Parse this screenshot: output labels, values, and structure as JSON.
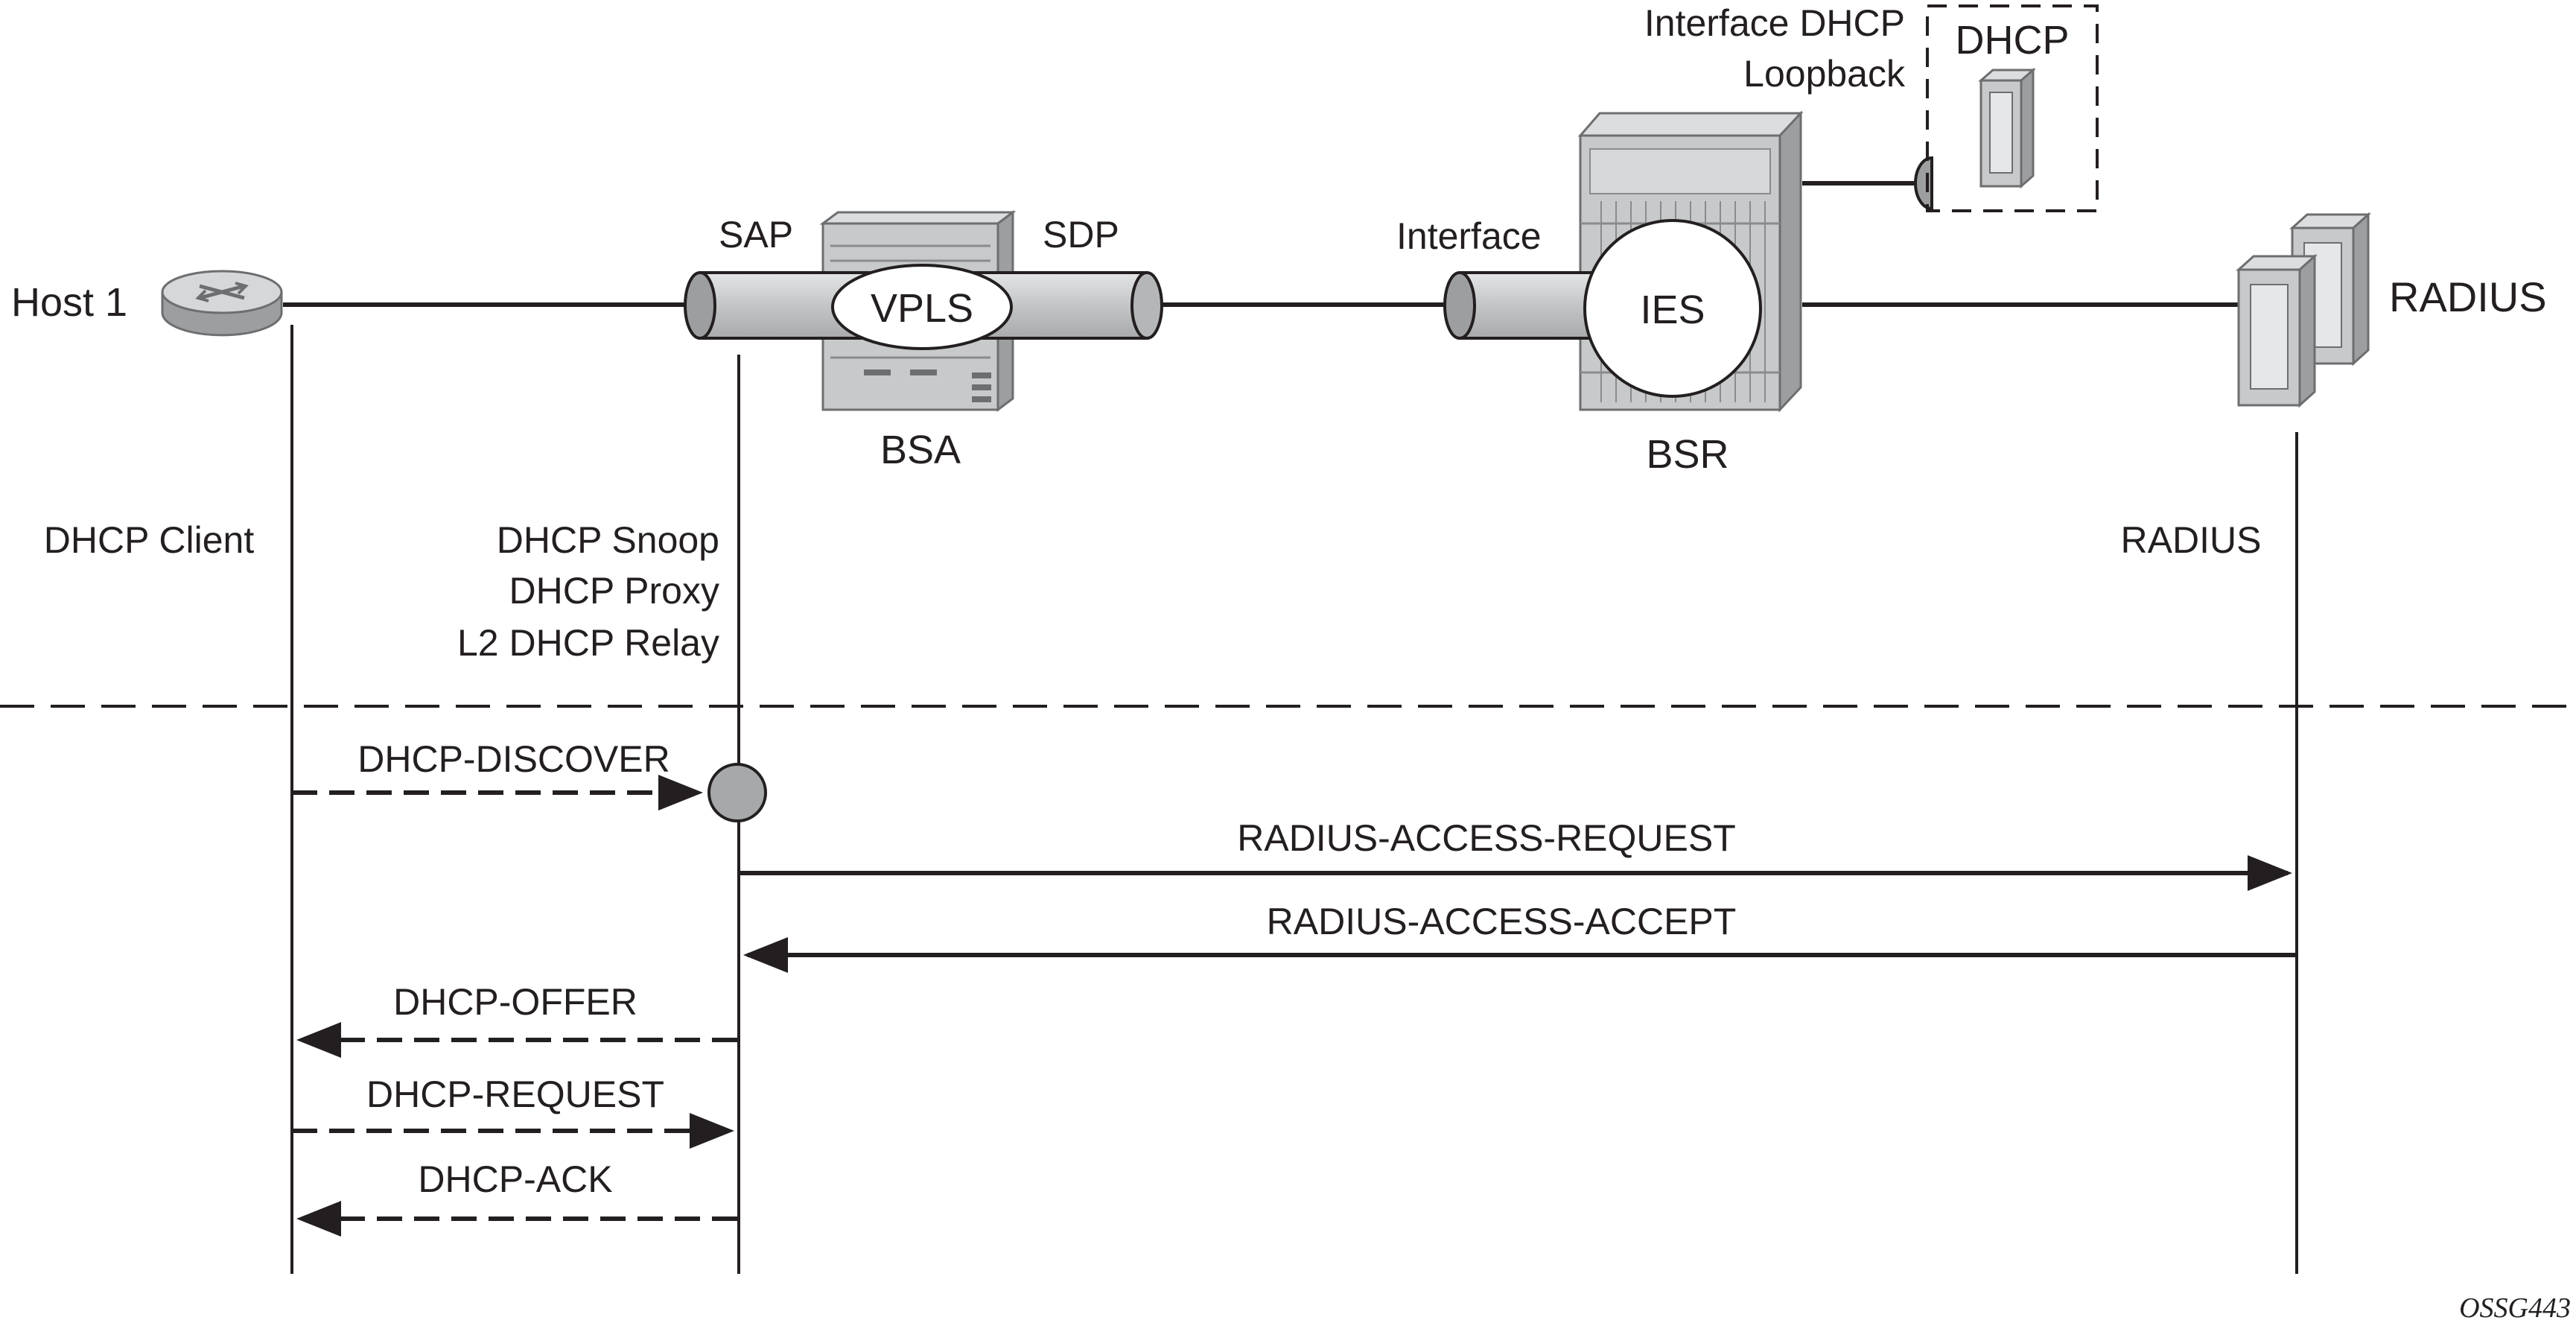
{
  "nodes": {
    "host": {
      "name": "Host 1",
      "role": "DHCP Client",
      "icon": "router-icon"
    },
    "bsa": {
      "name": "BSA",
      "service": "VPLS",
      "sap": "SAP",
      "sdp": "SDP",
      "roles": [
        "DHCP Snoop",
        "DHCP Proxy",
        "L2 DHCP Relay"
      ],
      "icon": "switch-chassis-icon"
    },
    "bsr": {
      "name": "BSR",
      "service": "IES",
      "interface": "Interface",
      "loopback": [
        "Interface DHCP",
        "Loopback"
      ],
      "icon": "router-chassis-icon"
    },
    "dhcp_server": {
      "name": "DHCP",
      "icon": "server-icon"
    },
    "radius": {
      "name": "RADIUS",
      "role": "RADIUS",
      "icon": "server-icon"
    }
  },
  "messages": [
    {
      "label": "DHCP-DISCOVER",
      "from": "host",
      "to": "bsa",
      "style": "dashed"
    },
    {
      "label": "RADIUS-ACCESS-REQUEST",
      "from": "bsa",
      "to": "radius",
      "style": "solid"
    },
    {
      "label": "RADIUS-ACCESS-ACCEPT",
      "from": "radius",
      "to": "bsa",
      "style": "solid"
    },
    {
      "label": "DHCP-OFFER",
      "from": "bsa",
      "to": "host",
      "style": "dashed"
    },
    {
      "label": "DHCP-REQUEST",
      "from": "host",
      "to": "bsa",
      "style": "dashed"
    },
    {
      "label": "DHCP-ACK",
      "from": "bsa",
      "to": "host",
      "style": "dashed"
    }
  ],
  "figure_id": "OSSG443",
  "colors": {
    "ink": "#231f20",
    "device_fill": "#c8c9cb",
    "device_dark": "#8a8b8d",
    "pipe_fill": "#cfd0d2"
  }
}
